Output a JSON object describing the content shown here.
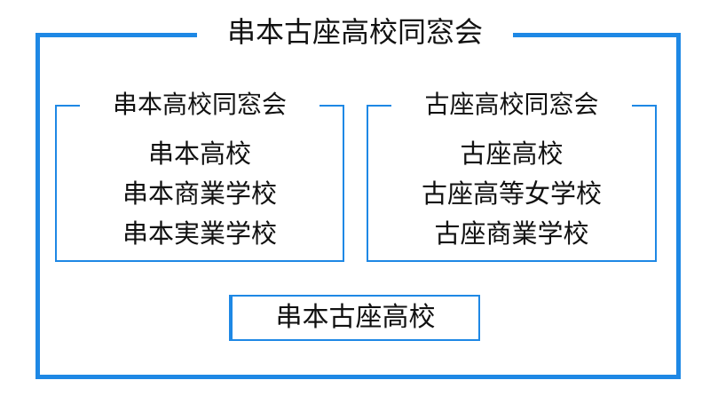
{
  "outer": {
    "title": "串本古座高校同窓会"
  },
  "groups": [
    {
      "title": "串本高校同窓会",
      "schools": [
        "串本高校",
        "串本商業学校",
        "串本実業学校"
      ]
    },
    {
      "title": "古座高校同窓会",
      "schools": [
        "古座高校",
        "古座高等女学校",
        "古座商業学校"
      ]
    }
  ],
  "merged_school": "串本古座高校",
  "colors": {
    "frame": "#1e88e5",
    "text": "#111111",
    "background": "#ffffff"
  }
}
